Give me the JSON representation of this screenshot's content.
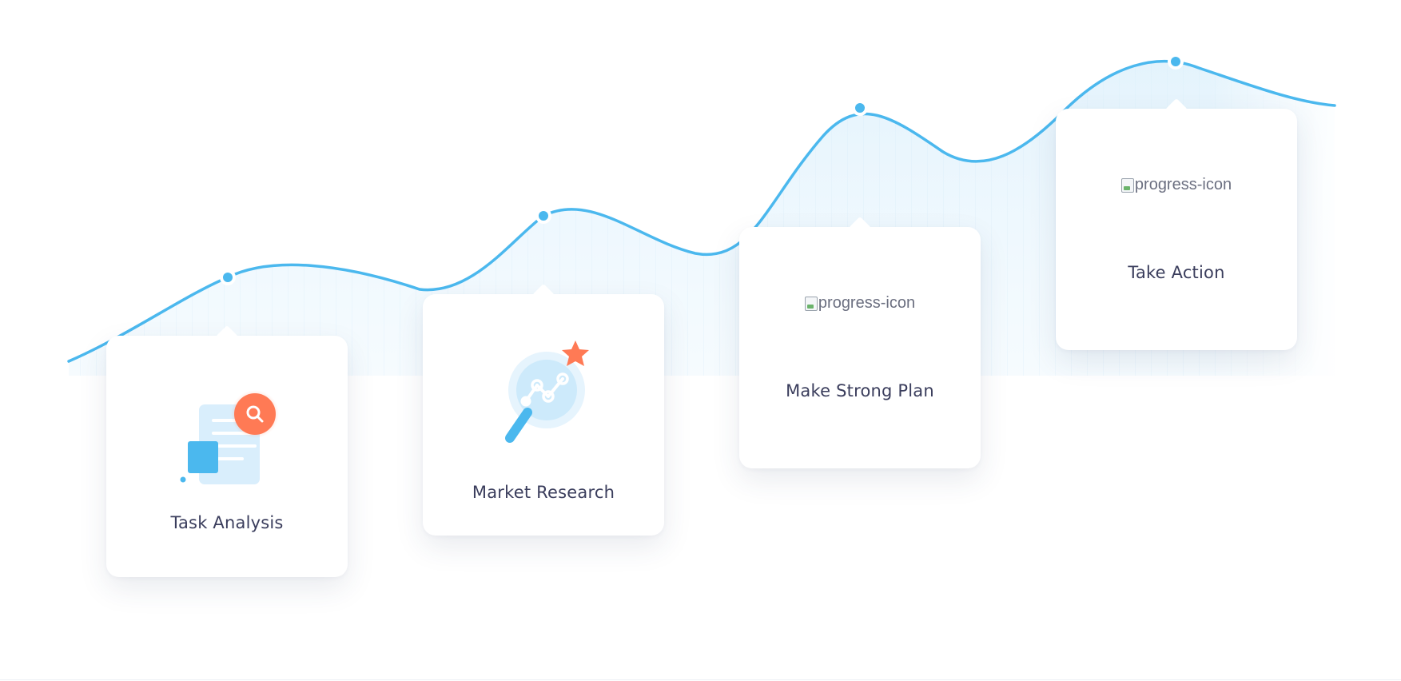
{
  "steps": [
    {
      "label": "Task Analysis",
      "icon": "task-analysis-icon"
    },
    {
      "label": "Market Research",
      "icon": "market-research-icon"
    },
    {
      "label": "Make Strong Plan",
      "icon": "progress-icon",
      "icon_alt": "progress-icon"
    },
    {
      "label": "Take Action",
      "icon": "progress-icon",
      "icon_alt": "progress-icon"
    }
  ],
  "colors": {
    "line": "#4bb8ee",
    "accent": "#ff7a55",
    "text": "#3a3d5c"
  }
}
